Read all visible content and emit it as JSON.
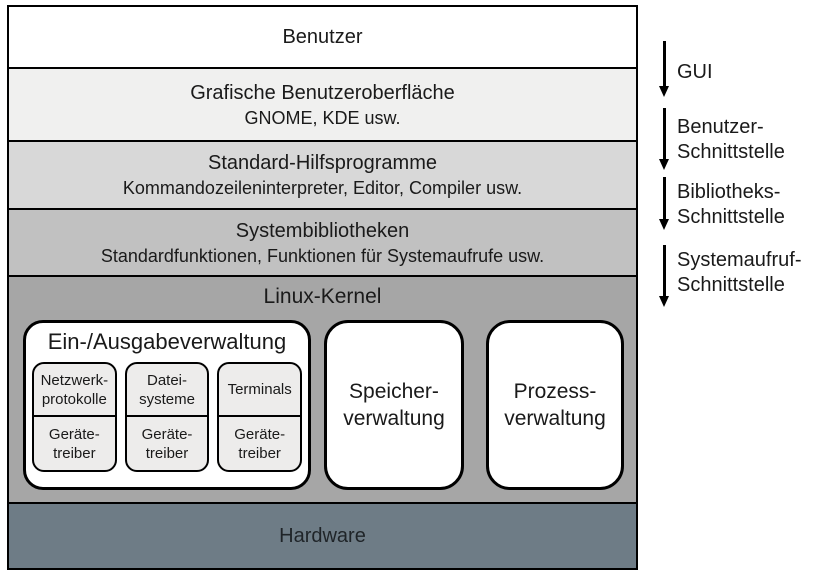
{
  "colors": {
    "layer_benutzer": "#ffffff",
    "layer_gui": "#f0f0ef",
    "layer_utilities": "#d8d8d8",
    "layer_libraries": "#c1c1c1",
    "layer_kernel": "#a6a6a6",
    "layer_hardware": "#6e7c86",
    "inner_cell": "#edeceb",
    "border": "#000000"
  },
  "layers": [
    {
      "title": "Benutzer"
    },
    {
      "title": "Grafische Benutzeroberfläche",
      "subtitle": "GNOME, KDE usw."
    },
    {
      "title": "Standard-Hilfsprogramme",
      "subtitle": "Kommandozeileninterpreter, Editor, Compiler usw."
    },
    {
      "title": "Systembibliotheken",
      "subtitle": "Standardfunktionen, Funktionen für Systemaufrufe usw."
    },
    {
      "title": "Linux-Kernel"
    },
    {
      "title": "Hardware"
    }
  ],
  "kernel": {
    "io_title": "Ein-/Ausgabeverwaltung",
    "io_columns": [
      {
        "top": "Netzwerk-\nprotokolle",
        "bottom": "Geräte-\ntreiber"
      },
      {
        "top": "Datei-\nsysteme",
        "bottom": "Geräte-\ntreiber"
      },
      {
        "top": "Terminals",
        "bottom": "Geräte-\ntreiber"
      }
    ],
    "memory": "Speicher-\nverwaltung",
    "process": "Prozess-\nverwaltung"
  },
  "annotations": [
    {
      "label": "GUI"
    },
    {
      "label": "Benutzer-\nSchnittstelle"
    },
    {
      "label": "Bibliotheks-\nSchnittstelle"
    },
    {
      "label": "Systemaufruf-\nSchnittstelle"
    }
  ]
}
